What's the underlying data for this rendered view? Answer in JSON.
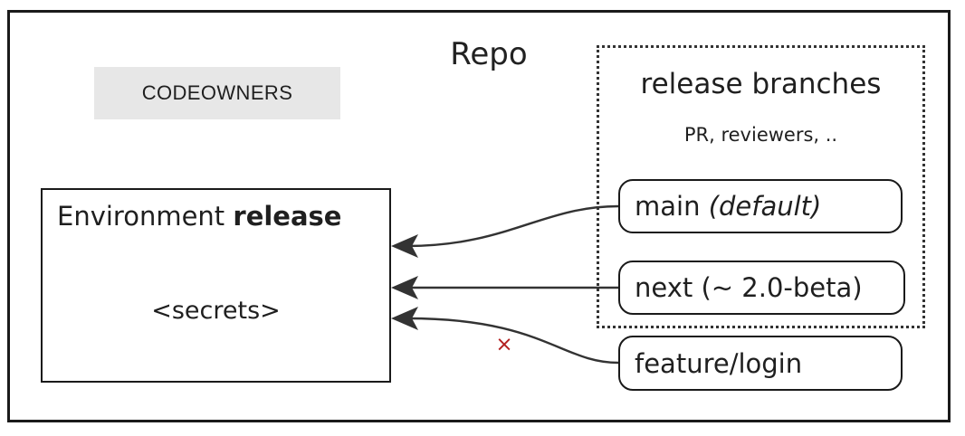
{
  "diagram": {
    "title": "Repo",
    "codeowners": {
      "label": "CODEOWNERS"
    },
    "environment": {
      "title_prefix": "Environment ",
      "title_emphasis": "release",
      "secrets_label": "<secrets>"
    },
    "branches_group": {
      "title": "release branches",
      "subtitle": "PR, reviewers, ..",
      "pills": [
        {
          "name": "main",
          "text_plain": "main ",
          "text_italic": "(default)"
        },
        {
          "name": "next",
          "text_plain": "next (~ 2.0-beta)",
          "text_italic": ""
        },
        {
          "name": "feature-login",
          "text_plain": "feature/login",
          "text_italic": ""
        }
      ]
    },
    "connectors": {
      "blocked_marker": "×",
      "blocked_color": "#b32020",
      "line_color": "#333333"
    },
    "colors": {
      "frame": "#1a1a1a",
      "chip_background": "#e7e7e7",
      "text": "#1f1f1f",
      "canvas": "#ffffff"
    }
  }
}
